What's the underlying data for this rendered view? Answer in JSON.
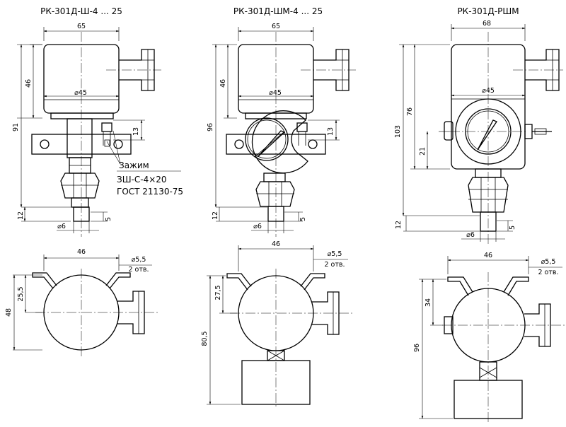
{
  "views": [
    {
      "title": "РК-301Д-Ш-4 ... 25",
      "front_dims": {
        "width": "65",
        "body_height": "46",
        "total_height": "91",
        "gauge_dia": "⌀45",
        "side_height": "13",
        "nipple_height": "12",
        "bolt_len": "5",
        "nipple_dia": "⌀6"
      },
      "plan_dims": {
        "hole_span": "46",
        "hole_dia": "⌀5,5",
        "holes_note": "2 отв.",
        "half_height": "25,5",
        "full_height": "48"
      }
    },
    {
      "title": "РК-301Д-ШМ-4 ... 25",
      "front_dims": {
        "width": "65",
        "body_height": "46",
        "total_height": "96",
        "gauge_dia": "⌀45",
        "side_height": "13",
        "nipple_height": "12",
        "bolt_len": "5",
        "nipple_dia": "⌀6"
      },
      "plan_dims": {
        "hole_span": "46",
        "hole_dia": "⌀5,5",
        "holes_note": "2 отв.",
        "half_height": "27,5",
        "full_height": "80,5"
      }
    },
    {
      "title": "РК-301Д-РШМ",
      "front_dims": {
        "width": "68",
        "body_height": "76",
        "total_height": "103",
        "gauge_dia": "⌀45",
        "side_height": "21",
        "nipple_height": "12",
        "bolt_len": "5",
        "nipple_dia": "⌀6"
      },
      "plan_dims": {
        "hole_span": "46",
        "hole_dia": "⌀5,5",
        "holes_note": "2 отв.",
        "half_height": "34",
        "full_height": "96"
      }
    }
  ],
  "callout": {
    "label": "Зажим",
    "line1": "ЗШ-С-4×20",
    "line2": "ГОСТ 21130-75"
  },
  "colors": {
    "line": "#000000",
    "paper": "#ffffff"
  }
}
